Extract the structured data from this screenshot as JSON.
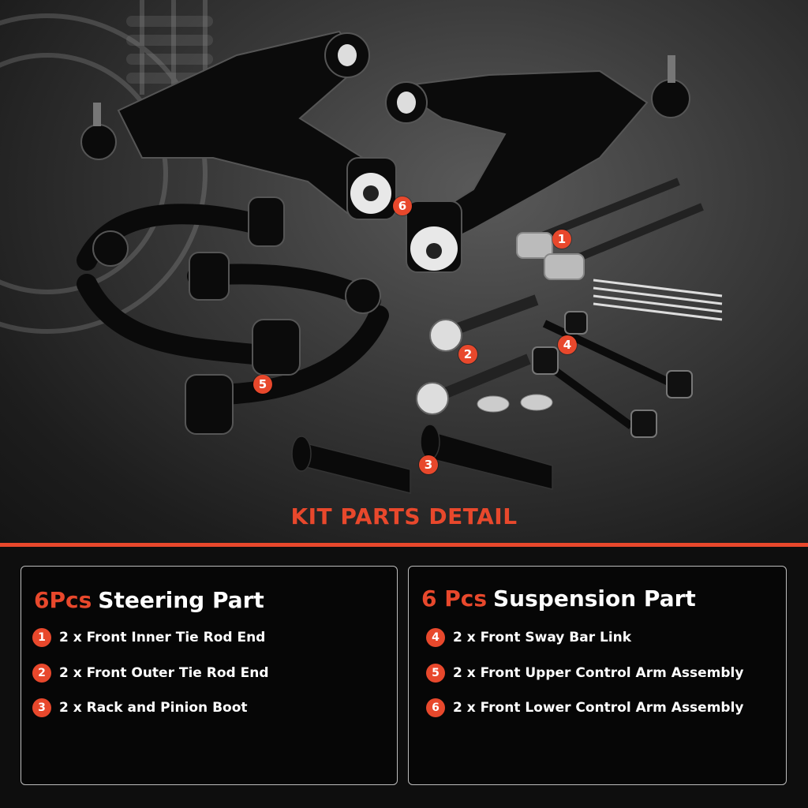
{
  "hero": {
    "callouts": [
      "1",
      "2",
      "3",
      "4",
      "5",
      "6"
    ]
  },
  "section_title": "KIT PARTS DETAIL",
  "panels": {
    "steering": {
      "count": "6Pcs",
      "title": "Steering Part",
      "items": [
        {
          "num": "1",
          "text": "2 x Front Inner Tie Rod End"
        },
        {
          "num": "2",
          "text": "2 x Front Outer Tie Rod End"
        },
        {
          "num": "3",
          "text": "2 x Rack and Pinion Boot"
        }
      ]
    },
    "suspension": {
      "count": "6 Pcs",
      "title": "Suspension Part",
      "items": [
        {
          "num": "4",
          "text": "2 x Front Sway Bar Link"
        },
        {
          "num": "5",
          "text": "2 x Front Upper Control Arm Assembly"
        },
        {
          "num": "6",
          "text": "2 x Front Lower Control Arm Assembly"
        }
      ]
    }
  },
  "colors": {
    "accent": "#e8482c",
    "background": "#0e0e0e",
    "panel_border": "#bcbcbc"
  }
}
